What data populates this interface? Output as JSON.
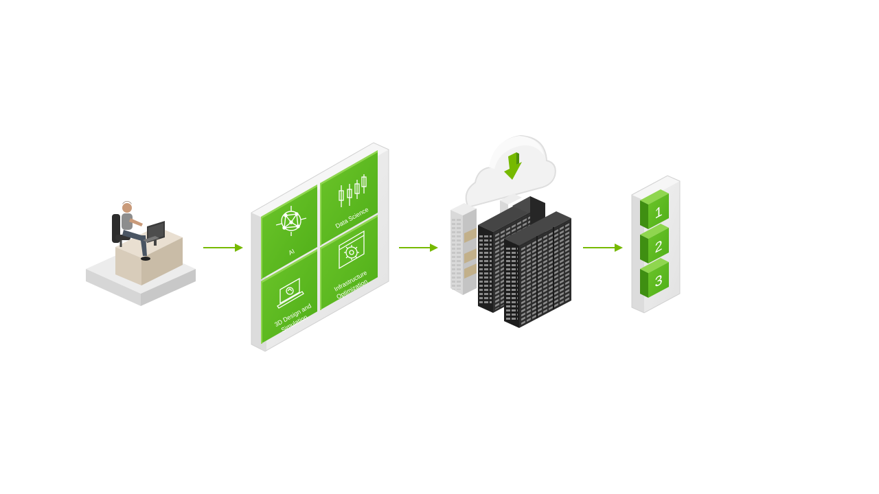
{
  "diagram": {
    "workloads": {
      "ai": "AI",
      "data_science": "Data Science",
      "design_line1": "3D Design and",
      "design_line2": "Simulation",
      "infra_line1": "Infrastructure",
      "infra_line2": "Optimization"
    },
    "steps": [
      "1",
      "2",
      "3"
    ]
  },
  "colors": {
    "accent": "#76b900",
    "tile": "#5fba1f",
    "tile_dark": "#3f8f12",
    "frame": "#e9e9e9",
    "rack_dark": "#2b2b2b",
    "rack_light": "#d9d9d9"
  },
  "icons": [
    "person-at-desk-icon",
    "neural-network-icon",
    "candlestick-chart-icon",
    "laptop-design-icon",
    "settings-gear-icon",
    "cloud-download-icon",
    "server-rack-icon"
  ]
}
